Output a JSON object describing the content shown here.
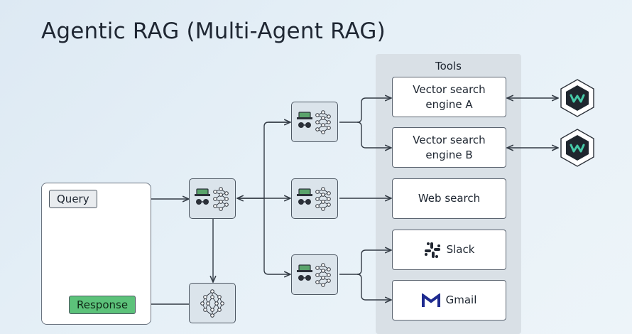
{
  "title": "Agentic RAG (Multi-Agent RAG)",
  "tools": {
    "label": "Tools",
    "items": [
      {
        "line1": "Vector search",
        "line2": "engine A"
      },
      {
        "line1": "Vector search",
        "line2": "engine B"
      },
      {
        "line1": "Web search"
      },
      {
        "line1": "Slack",
        "icon": "slack-icon"
      },
      {
        "line1": "Gmail",
        "icon": "gmail-icon"
      }
    ]
  },
  "client": {
    "query_label": "Query",
    "response_label": "Response"
  },
  "agents": [
    {
      "icon": "agent-spy-icon"
    },
    {
      "icon": "agent-spy-icon"
    },
    {
      "icon": "agent-spy-icon"
    },
    {
      "icon": "agent-spy-icon"
    },
    {
      "icon": "neural-network-icon"
    }
  ],
  "databases": [
    {
      "icon": "vector-db-icon"
    },
    {
      "icon": "vector-db-icon"
    }
  ],
  "colors": {
    "background": "#e3edf5",
    "tools_panel": "#d9e0e6",
    "agent_fill": "#dbe4eb",
    "response_bubble": "#5cc27a",
    "spy_green": "#5aa36b",
    "db_teal": "#46c9a8",
    "gmail_navy": "#1e2a8f"
  }
}
